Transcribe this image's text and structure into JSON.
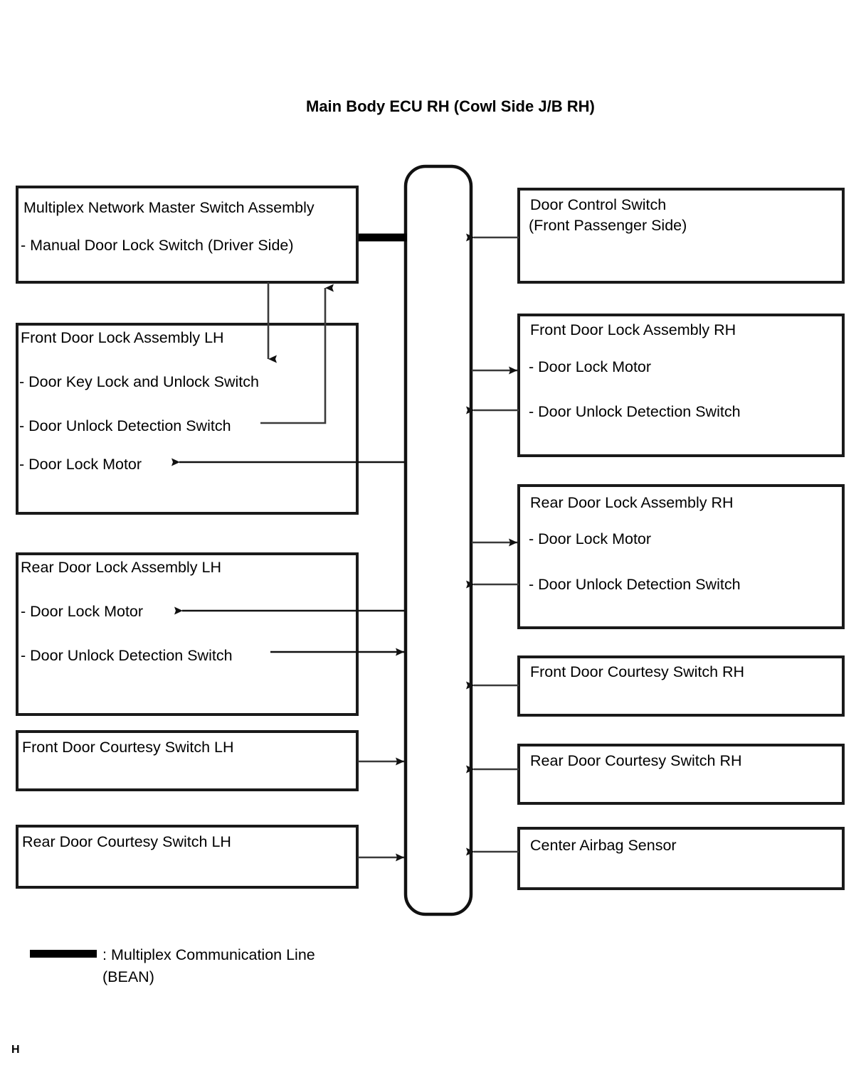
{
  "page": {
    "title": "Main Body ECU RH (Cowl Side J/B RH)",
    "footer_mark": "H",
    "background_color": "#ffffff",
    "line_color": "#3a3a3a",
    "box_border_color": "#1a1a1a"
  },
  "center_node": {
    "name": "Main Body ECU RH",
    "shape": "rounded-vertical-bar"
  },
  "left_boxes": [
    {
      "id": "multiplex-network-master-switch-assembly",
      "title": "Multiplex Network Master Switch Assembly",
      "items": [
        "- Manual Door Lock Switch (Driver Side)"
      ]
    },
    {
      "id": "front-door-lock-assembly-lh",
      "title": "Front Door Lock Assembly LH",
      "items": [
        "- Door Key Lock and Unlock Switch",
        "- Door Unlock Detection Switch",
        "- Door Lock Motor"
      ]
    },
    {
      "id": "rear-door-lock-assembly-lh",
      "title": "Rear Door Lock Assembly LH",
      "items": [
        "- Door Lock Motor",
        "- Door Unlock Detection Switch"
      ]
    },
    {
      "id": "front-door-courtesy-switch-lh",
      "title": "Front Door Courtesy Switch LH",
      "items": []
    },
    {
      "id": "rear-door-courtesy-switch-lh",
      "title": "Rear Door Courtesy Switch LH",
      "items": []
    }
  ],
  "right_boxes": [
    {
      "id": "door-control-switch",
      "title": "Door Control Switch",
      "subtitle": "(Front Passenger Side)",
      "items": []
    },
    {
      "id": "front-door-lock-assembly-rh",
      "title": "Front Door Lock Assembly RH",
      "items": [
        "- Door Lock Motor",
        "- Door Unlock Detection Switch"
      ]
    },
    {
      "id": "rear-door-lock-assembly-rh",
      "title": "Rear Door Lock Assembly RH",
      "items": [
        "- Door Lock Motor",
        "- Door Unlock Detection Switch"
      ]
    },
    {
      "id": "front-door-courtesy-switch-rh",
      "title": "Front Door Courtesy Switch RH",
      "items": []
    },
    {
      "id": "rear-door-courtesy-switch-rh",
      "title": "Rear Door Courtesy Switch RH",
      "items": []
    },
    {
      "id": "center-airbag-sensor",
      "title": "Center Airbag Sensor",
      "items": []
    }
  ],
  "legend": {
    "line_label": ": Multiplex Communication Line",
    "line_label_second": "(BEAN)",
    "swatch": "bold-black-line"
  }
}
